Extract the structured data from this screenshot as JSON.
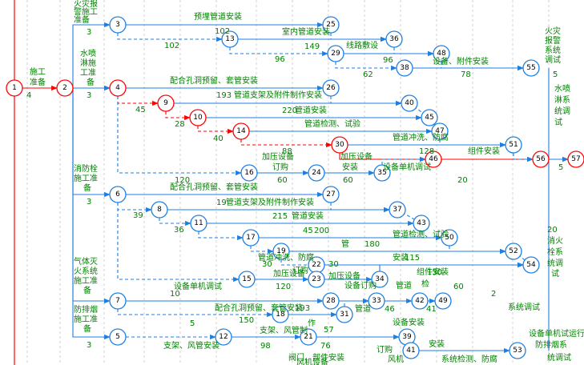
{
  "colors": {
    "normal": "#1e7fe0",
    "critical": "#ff0000",
    "label": "#008000",
    "node_text": "#000000",
    "grid": "#c0c0c0",
    "teal": "#008080"
  },
  "nodes": [
    {
      "id": "1"
    },
    {
      "id": "2"
    },
    {
      "id": "3"
    },
    {
      "id": "4"
    },
    {
      "id": "5"
    },
    {
      "id": "6"
    },
    {
      "id": "7"
    },
    {
      "id": "8"
    },
    {
      "id": "9"
    },
    {
      "id": "10"
    },
    {
      "id": "11"
    },
    {
      "id": "12"
    },
    {
      "id": "13"
    },
    {
      "id": "14"
    },
    {
      "id": "15"
    },
    {
      "id": "16"
    },
    {
      "id": "17"
    },
    {
      "id": "18"
    },
    {
      "id": "19"
    },
    {
      "id": "21"
    },
    {
      "id": "22"
    },
    {
      "id": "23"
    },
    {
      "id": "24"
    },
    {
      "id": "25"
    },
    {
      "id": "26"
    },
    {
      "id": "27"
    },
    {
      "id": "28"
    },
    {
      "id": "29"
    },
    {
      "id": "30"
    },
    {
      "id": "31"
    },
    {
      "id": "33"
    },
    {
      "id": "34"
    },
    {
      "id": "35"
    },
    {
      "id": "36"
    },
    {
      "id": "37"
    },
    {
      "id": "38"
    },
    {
      "id": "39"
    },
    {
      "id": "40"
    },
    {
      "id": "41"
    },
    {
      "id": "42"
    },
    {
      "id": "43"
    },
    {
      "id": "45"
    },
    {
      "id": "46"
    },
    {
      "id": "47"
    },
    {
      "id": "48"
    },
    {
      "id": "49"
    },
    {
      "id": "50"
    },
    {
      "id": "51"
    },
    {
      "id": "52"
    },
    {
      "id": "53"
    },
    {
      "id": "54"
    },
    {
      "id": "55"
    },
    {
      "id": "56"
    },
    {
      "id": "57"
    }
  ],
  "critical_nodes": [
    "1",
    "2",
    "4",
    "9",
    "10",
    "14",
    "30",
    "46",
    "56",
    "57"
  ],
  "labels": [
    {
      "text": "施工"
    },
    {
      "text": "准备"
    },
    {
      "text": "4"
    },
    {
      "text": "火灾报"
    },
    {
      "text": "警施工"
    },
    {
      "text": "准备"
    },
    {
      "text": "3"
    },
    {
      "text": "水喷"
    },
    {
      "text": "淋施"
    },
    {
      "text": "工准"
    },
    {
      "text": "备"
    },
    {
      "text": "3"
    },
    {
      "text": "消防栓"
    },
    {
      "text": "施工准"
    },
    {
      "text": "备"
    },
    {
      "text": "3"
    },
    {
      "text": "气体灭"
    },
    {
      "text": "火系统"
    },
    {
      "text": "施工准"
    },
    {
      "text": "备"
    },
    {
      "text": "防排烟"
    },
    {
      "text": "施工准"
    },
    {
      "text": "备"
    },
    {
      "text": "3"
    },
    {
      "text": "预埋管道安装"
    },
    {
      "text": "102"
    },
    {
      "text": "102"
    },
    {
      "text": "室内管道安装"
    },
    {
      "text": "149"
    },
    {
      "text": "96"
    },
    {
      "text": "线路敷设"
    },
    {
      "text": "96"
    },
    {
      "text": "设备、附件安装"
    },
    {
      "text": "62"
    },
    {
      "text": "78"
    },
    {
      "text": "火灾"
    },
    {
      "text": "报警"
    },
    {
      "text": "系统"
    },
    {
      "text": "调试"
    },
    {
      "text": "5"
    },
    {
      "text": "配合孔洞预留、套管安装"
    },
    {
      "text": "45"
    },
    {
      "text": "193"
    },
    {
      "text": "管道支架及附件制作安装"
    },
    {
      "text": "220"
    },
    {
      "text": "管道安装"
    },
    {
      "text": "28"
    },
    {
      "text": "管道检测、试验"
    },
    {
      "text": "40"
    },
    {
      "text": "管道冲洗、防腐"
    },
    {
      "text": "88"
    },
    {
      "text": "128"
    },
    {
      "text": "组件安装"
    },
    {
      "text": "加压设备"
    },
    {
      "text": "订购"
    },
    {
      "text": "加压设备"
    },
    {
      "text": "安装"
    },
    {
      "text": "设备单机调试"
    },
    {
      "text": "120"
    },
    {
      "text": "60"
    },
    {
      "text": "60"
    },
    {
      "text": "20"
    },
    {
      "text": "水喷"
    },
    {
      "text": "淋系"
    },
    {
      "text": "统调"
    },
    {
      "text": "试"
    },
    {
      "text": "5"
    },
    {
      "text": "配合孔洞预留、套管安装"
    },
    {
      "text": "39"
    },
    {
      "text": "19"
    },
    {
      "text": "管道支架及附件制作安装"
    },
    {
      "text": "36"
    },
    {
      "text": "215"
    },
    {
      "text": "管道安装"
    },
    {
      "text": "45"
    },
    {
      "text": "200"
    },
    {
      "text": "管道检测、试验"
    },
    {
      "text": "管"
    },
    {
      "text": "180"
    },
    {
      "text": "管道冲洗、防腐"
    },
    {
      "text": "30"
    },
    {
      "text": "加压设备"
    },
    {
      "text": "订购"
    },
    {
      "text": "30"
    },
    {
      "text": "加压设备"
    },
    {
      "text": "安装"
    },
    {
      "text": "115"
    },
    {
      "text": "组件安装"
    },
    {
      "text": "150"
    },
    {
      "text": "设备单机调试"
    },
    {
      "text": "120"
    },
    {
      "text": "60"
    },
    {
      "text": "20"
    },
    {
      "text": "消火"
    },
    {
      "text": "栓系"
    },
    {
      "text": "统调"
    },
    {
      "text": "试"
    },
    {
      "text": "10"
    },
    {
      "text": "配合孔洞预留、套管安装"
    },
    {
      "text": "193"
    },
    {
      "text": "设备订购"
    },
    {
      "text": "管道"
    },
    {
      "text": "检"
    },
    {
      "text": "管道"
    },
    {
      "text": "46"
    },
    {
      "text": "设备安装"
    },
    {
      "text": "41"
    },
    {
      "text": "2"
    },
    {
      "text": "系统调试"
    },
    {
      "text": "5"
    },
    {
      "text": "150"
    },
    {
      "text": "支架、风管制"
    },
    {
      "text": "作"
    },
    {
      "text": "57"
    },
    {
      "text": "支架、风管安装"
    },
    {
      "text": "98"
    },
    {
      "text": "76"
    },
    {
      "text": "阀门、部件安装"
    },
    {
      "text": "风机设备"
    },
    {
      "text": "订购"
    },
    {
      "text": "风机"
    },
    {
      "text": "安装"
    },
    {
      "text": "系统检测、防腐"
    },
    {
      "text": "设备单机试运行"
    },
    {
      "text": "防排烟系"
    },
    {
      "text": "统调试"
    },
    {
      "text": "5"
    }
  ]
}
